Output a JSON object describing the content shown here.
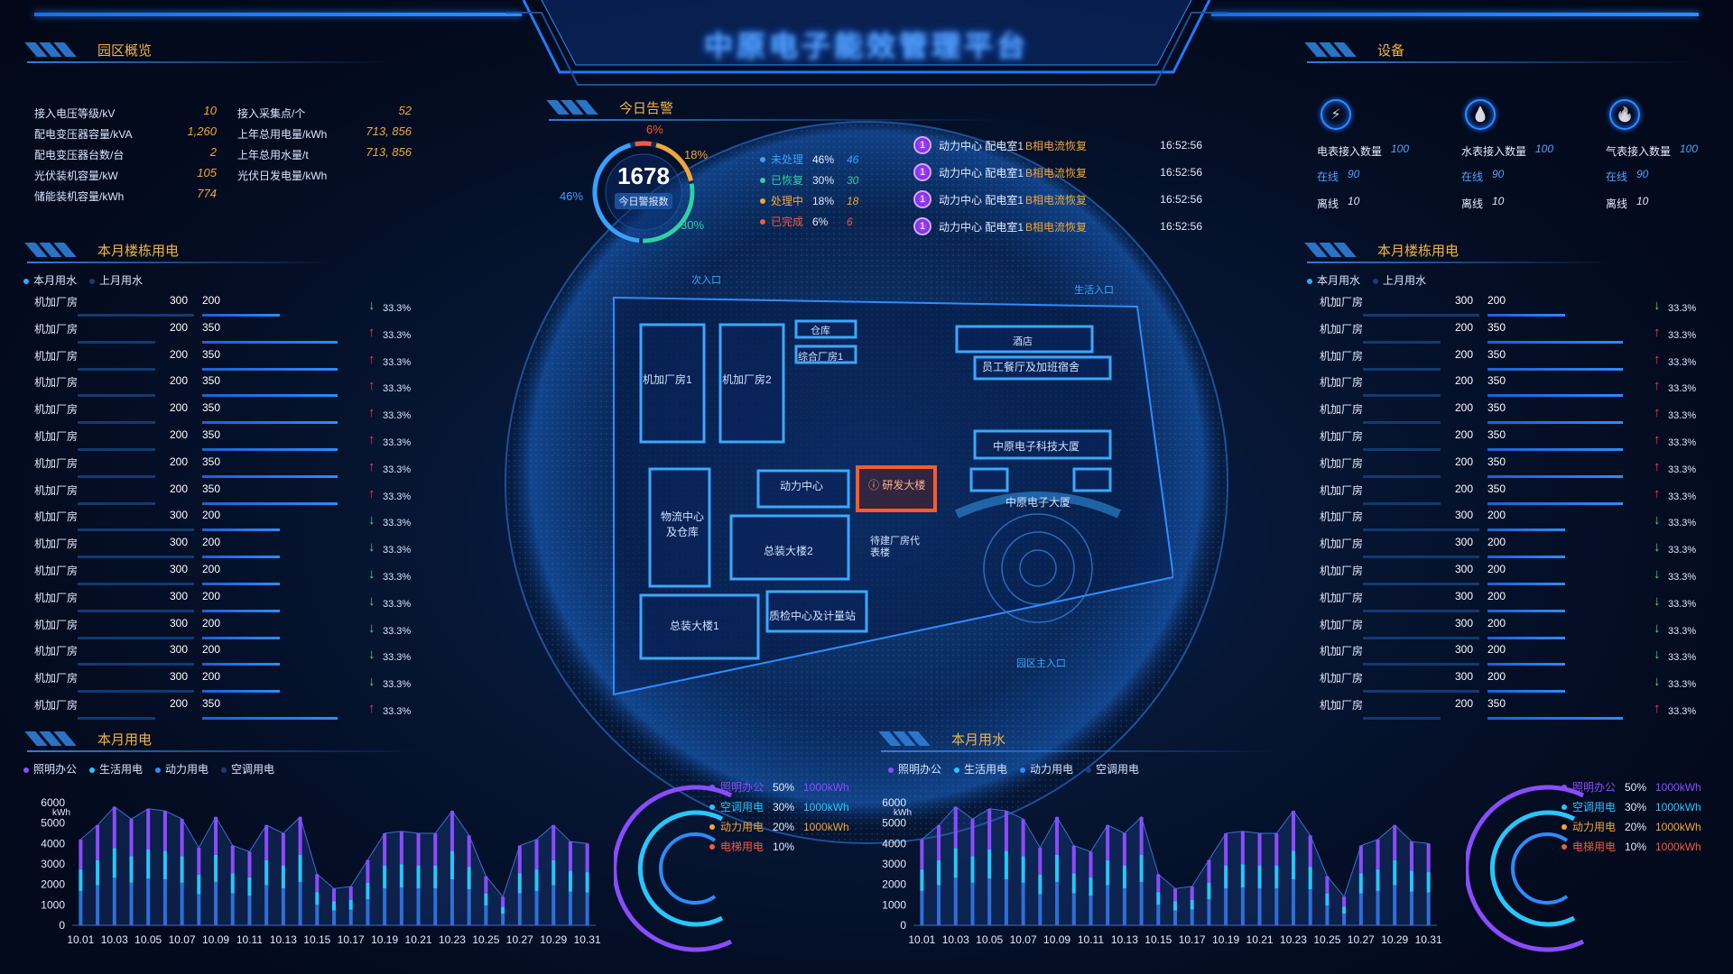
{
  "header": {
    "title": "中原电子能效管理平台"
  },
  "overview": {
    "title": "园区概览",
    "left": [
      {
        "label": "接入电压等级/kV",
        "value": "10"
      },
      {
        "label": "配电变压器容量/kVA",
        "value": "1,260"
      },
      {
        "label": "配电变压器台数/台",
        "value": "2"
      },
      {
        "label": "光伏装机容量/kW",
        "value": "105"
      },
      {
        "label": "储能装机容量/kWh",
        "value": "774"
      }
    ],
    "right": [
      {
        "label": "接入采集点/个",
        "value": "52"
      },
      {
        "label": "上年总用电量/kWh",
        "value": "713, 856"
      },
      {
        "label": "上年总用水量/t",
        "value": "713, 856"
      },
      {
        "label": "光伏日发电量/kWh",
        "value": ""
      }
    ]
  },
  "building_left": {
    "title": "本月楼栋用电",
    "legend": [
      "本月用水",
      "上月用水"
    ],
    "rows": [
      {
        "name": "机加厂房",
        "a": "300",
        "b": "200",
        "trend": "down",
        "pct": "33.3%"
      },
      {
        "name": "机加厂房",
        "a": "200",
        "b": "350",
        "trend": "up",
        "pct": "33.3%"
      },
      {
        "name": "机加厂房",
        "a": "200",
        "b": "350",
        "trend": "up",
        "pct": "33.3%"
      },
      {
        "name": "机加厂房",
        "a": "200",
        "b": "350",
        "trend": "up",
        "pct": "33.3%"
      },
      {
        "name": "机加厂房",
        "a": "200",
        "b": "350",
        "trend": "up",
        "pct": "33.3%"
      },
      {
        "name": "机加厂房",
        "a": "200",
        "b": "350",
        "trend": "up",
        "pct": "33.3%"
      },
      {
        "name": "机加厂房",
        "a": "200",
        "b": "350",
        "trend": "up",
        "pct": "33.3%"
      },
      {
        "name": "机加厂房",
        "a": "200",
        "b": "350",
        "trend": "up",
        "pct": "33.3%"
      },
      {
        "name": "机加厂房",
        "a": "300",
        "b": "200",
        "trend": "down",
        "pct": "33.3%"
      },
      {
        "name": "机加厂房",
        "a": "300",
        "b": "200",
        "trend": "down",
        "pct": "33.3%"
      },
      {
        "name": "机加厂房",
        "a": "300",
        "b": "200",
        "trend": "down",
        "pct": "33.3%"
      },
      {
        "name": "机加厂房",
        "a": "300",
        "b": "200",
        "trend": "down",
        "pct": "33.3%"
      },
      {
        "name": "机加厂房",
        "a": "300",
        "b": "200",
        "trend": "down",
        "pct": "33.3%"
      },
      {
        "name": "机加厂房",
        "a": "300",
        "b": "200",
        "trend": "down",
        "pct": "33.3%"
      },
      {
        "name": "机加厂房",
        "a": "300",
        "b": "200",
        "trend": "down",
        "pct": "33.3%"
      },
      {
        "name": "机加厂房",
        "a": "200",
        "b": "350",
        "trend": "up",
        "pct": "33.3%"
      }
    ]
  },
  "building_right": {
    "title": "本月楼栋用电",
    "legend": [
      "本月用水",
      "上月用水"
    ],
    "rows": [
      {
        "name": "机加厂房",
        "a": "300",
        "b": "200",
        "trend": "down",
        "pct": "33.3%"
      },
      {
        "name": "机加厂房",
        "a": "200",
        "b": "350",
        "trend": "up",
        "pct": "33.3%"
      },
      {
        "name": "机加厂房",
        "a": "200",
        "b": "350",
        "trend": "up",
        "pct": "33.3%"
      },
      {
        "name": "机加厂房",
        "a": "200",
        "b": "350",
        "trend": "up",
        "pct": "33.3%"
      },
      {
        "name": "机加厂房",
        "a": "200",
        "b": "350",
        "trend": "up",
        "pct": "33.3%"
      },
      {
        "name": "机加厂房",
        "a": "200",
        "b": "350",
        "trend": "up",
        "pct": "33.3%"
      },
      {
        "name": "机加厂房",
        "a": "200",
        "b": "350",
        "trend": "up",
        "pct": "33.3%"
      },
      {
        "name": "机加厂房",
        "a": "200",
        "b": "350",
        "trend": "up",
        "pct": "33.3%"
      },
      {
        "name": "机加厂房",
        "a": "300",
        "b": "200",
        "trend": "down",
        "pct": "33.3%"
      },
      {
        "name": "机加厂房",
        "a": "300",
        "b": "200",
        "trend": "down",
        "pct": "33.3%"
      },
      {
        "name": "机加厂房",
        "a": "300",
        "b": "200",
        "trend": "down",
        "pct": "33.3%"
      },
      {
        "name": "机加厂房",
        "a": "300",
        "b": "200",
        "trend": "down",
        "pct": "33.3%"
      },
      {
        "name": "机加厂房",
        "a": "300",
        "b": "200",
        "trend": "down",
        "pct": "33.3%"
      },
      {
        "name": "机加厂房",
        "a": "300",
        "b": "200",
        "trend": "down",
        "pct": "33.3%"
      },
      {
        "name": "机加厂房",
        "a": "300",
        "b": "200",
        "trend": "down",
        "pct": "33.3%"
      },
      {
        "name": "机加厂房",
        "a": "200",
        "b": "350",
        "trend": "up",
        "pct": "33.3%"
      }
    ]
  },
  "devices": {
    "title": "设备",
    "items": [
      {
        "icon": "lightning-icon",
        "label": "电表接入数量",
        "count": "100",
        "online_label": "在线",
        "online": "90",
        "offline_label": "离线",
        "offline": "10"
      },
      {
        "icon": "water-drop-icon",
        "label": "水表接入数量",
        "count": "100",
        "online_label": "在线",
        "online": "90",
        "offline_label": "离线",
        "offline": "10"
      },
      {
        "icon": "flame-icon",
        "label": "气表接入数量",
        "count": "100",
        "online_label": "在线",
        "online": "90",
        "offline_label": "离线",
        "offline": "10"
      }
    ]
  },
  "alarm": {
    "title": "今日告警",
    "total": "1678",
    "total_label": "今日警报数",
    "ring_labels": [
      "6%",
      "18%",
      "30%",
      "46%"
    ],
    "stats": [
      {
        "label": "未处理",
        "pct": "46%",
        "count": "46",
        "color": "#3aa0ff"
      },
      {
        "label": "已恢复",
        "pct": "30%",
        "count": "30",
        "color": "#2fd0a8"
      },
      {
        "label": "处理中",
        "pct": "18%",
        "count": "18",
        "color": "#f2a63a"
      },
      {
        "label": "已完成",
        "pct": "6%",
        "count": "6",
        "color": "#f25a3a"
      }
    ],
    "items": [
      {
        "num": "1",
        "source": "动力中心 配电室1",
        "msg": "B相电流恢复",
        "time": "16:52:56"
      },
      {
        "num": "1",
        "source": "动力中心 配电室1",
        "msg": "B相电流恢复",
        "time": "16:52:56"
      },
      {
        "num": "1",
        "source": "动力中心 配电室1",
        "msg": "B相电流恢复",
        "time": "16:52:56"
      },
      {
        "num": "1",
        "source": "动力中心 配电室1",
        "msg": "B相电流恢复",
        "time": "16:52:56"
      }
    ]
  },
  "map": {
    "labels": {
      "north_gate": "次入口",
      "life_gate": "生活入口",
      "main_gate": "园区主入口",
      "jj1": "机加厂房1",
      "jj2": "机加厂房2",
      "cangku": "仓库",
      "zonghe": "综合厂房1",
      "jiudian": "酒店",
      "canting": "员工餐厅及加班宿舍",
      "keji": "中原电子科技大厦",
      "dasha": "中原电子大厦",
      "wuliu": "物流中心及仓库",
      "dongli": "动力中心",
      "yanfa": "研发大楼",
      "zongzhuang2": "总装大楼2",
      "zongzhuang1": "总装大楼1",
      "zhijian": "质检中心及计量站",
      "daijianlou": "待建厂房代表楼"
    }
  },
  "power_month": {
    "title": "本月用电",
    "legend": [
      "照明办公",
      "生活用电",
      "动力用电",
      "空调用电"
    ],
    "ylabel": "kWh",
    "pie_legend": [
      {
        "label": "照明办公",
        "pct": "50%",
        "val": "1000kWh",
        "color": "#8a4cff"
      },
      {
        "label": "空调用电",
        "pct": "30%",
        "val": "1000kWh",
        "color": "#27c6ff"
      },
      {
        "label": "动力用电",
        "pct": "20%",
        "val": "1000kWh",
        "color": "#f2a63a"
      },
      {
        "label": "电梯用电",
        "pct": "10%",
        "val": "",
        "color": "#f25a3a"
      }
    ]
  },
  "water_month": {
    "title": "本月用水",
    "legend": [
      "照明办公",
      "生活用电",
      "动力用电",
      "空调用电"
    ],
    "ylabel": "kWh",
    "pie_legend": [
      {
        "label": "照明办公",
        "pct": "50%",
        "val": "1000kWh",
        "color": "#8a4cff"
      },
      {
        "label": "空调用电",
        "pct": "30%",
        "val": "1000kWh",
        "color": "#27c6ff"
      },
      {
        "label": "动力用电",
        "pct": "20%",
        "val": "1000kWh",
        "color": "#f2a63a"
      },
      {
        "label": "电梯用电",
        "pct": "10%",
        "val": "1000kWh",
        "color": "#f25a3a"
      }
    ]
  },
  "chart_data": [
    {
      "type": "bar",
      "title": "",
      "xlabel": "",
      "ylabel": "kWh",
      "ylim": [
        0,
        6000
      ],
      "yticks": [
        0,
        1000,
        2000,
        3000,
        4000,
        5000,
        6000
      ],
      "xticks": [
        "10.01",
        "10.03",
        "10.05",
        "10.07",
        "10.09",
        "10.11",
        "10.13",
        "10.15",
        "10.17",
        "10.19",
        "10.21",
        "10.23",
        "10.25",
        "10.27",
        "10.29",
        "10.31"
      ],
      "categories": [
        "10.01",
        "10.02",
        "10.03",
        "10.04",
        "10.05",
        "10.06",
        "10.07",
        "10.08",
        "10.09",
        "10.10",
        "10.11",
        "10.12",
        "10.13",
        "10.14",
        "10.15",
        "10.16",
        "10.17",
        "10.18",
        "10.19",
        "10.20",
        "10.21",
        "10.22",
        "10.23",
        "10.24",
        "10.25",
        "10.26",
        "10.27",
        "10.28",
        "10.29",
        "10.30",
        "10.31"
      ],
      "values": [
        4200,
        4900,
        5800,
        5200,
        5700,
        5600,
        5200,
        3800,
        5300,
        3900,
        3600,
        4900,
        4500,
        5300,
        2500,
        1800,
        1900,
        3200,
        4500,
        4600,
        4500,
        4500,
        5600,
        4400,
        2400,
        1400,
        3900,
        4200,
        4900,
        4100,
        4000
      ]
    },
    {
      "type": "bar",
      "title": "",
      "xlabel": "",
      "ylabel": "kWh",
      "ylim": [
        0,
        6000
      ],
      "yticks": [
        0,
        1000,
        2000,
        3000,
        4000,
        5000,
        6000
      ],
      "xticks": [
        "10.01",
        "10.03",
        "10.05",
        "10.07",
        "10.09",
        "10.11",
        "10.13",
        "10.15",
        "10.17",
        "10.19",
        "10.21",
        "10.23",
        "10.25",
        "10.27",
        "10.29",
        "10.31"
      ],
      "categories": [
        "10.01",
        "10.02",
        "10.03",
        "10.04",
        "10.05",
        "10.06",
        "10.07",
        "10.08",
        "10.09",
        "10.10",
        "10.11",
        "10.12",
        "10.13",
        "10.14",
        "10.15",
        "10.16",
        "10.17",
        "10.18",
        "10.19",
        "10.20",
        "10.21",
        "10.22",
        "10.23",
        "10.24",
        "10.25",
        "10.26",
        "10.27",
        "10.28",
        "10.29",
        "10.30",
        "10.31"
      ],
      "values": [
        4200,
        4900,
        5800,
        5200,
        5700,
        5600,
        5200,
        3800,
        5300,
        3900,
        3600,
        4900,
        4500,
        5300,
        2500,
        1800,
        1900,
        3200,
        4500,
        4600,
        4500,
        4500,
        5600,
        4400,
        2400,
        1400,
        3900,
        4200,
        4900,
        4100,
        4000
      ]
    }
  ]
}
